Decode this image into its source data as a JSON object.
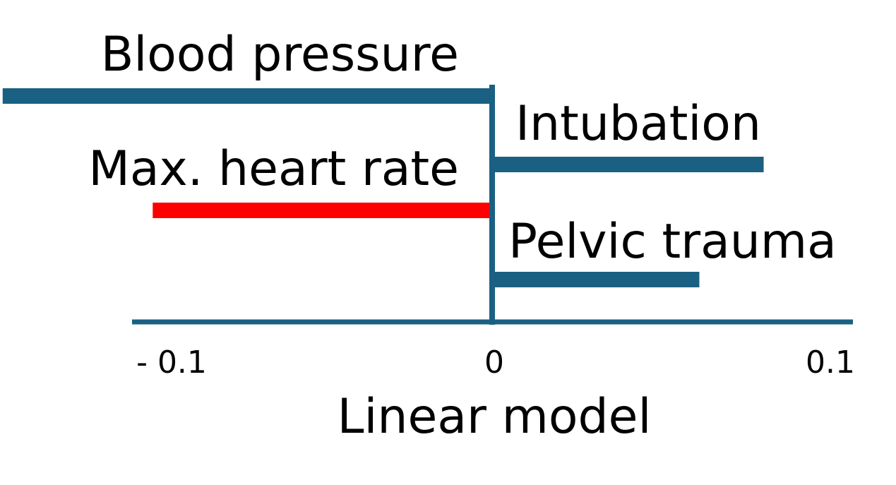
{
  "chart_data": {
    "type": "bar",
    "orientation": "horizontal",
    "categories": [
      "Blood pressure",
      "Intubation",
      "Max. heart rate",
      "Pelvic trauma"
    ],
    "values": [
      -0.137,
      0.076,
      -0.095,
      0.058
    ],
    "bar_colors": [
      "#1a6082",
      "#1a6082",
      "#ff0000",
      "#1a6082"
    ],
    "xlabel": "Linear model",
    "xlim": [
      -0.1,
      0.1
    ],
    "xticks": [
      -0.1,
      0,
      0.1
    ],
    "xtick_labels": [
      "- 0.1",
      "0",
      "0.1"
    ],
    "axis_color": "#1a6082",
    "grid": false,
    "legend": "none"
  }
}
